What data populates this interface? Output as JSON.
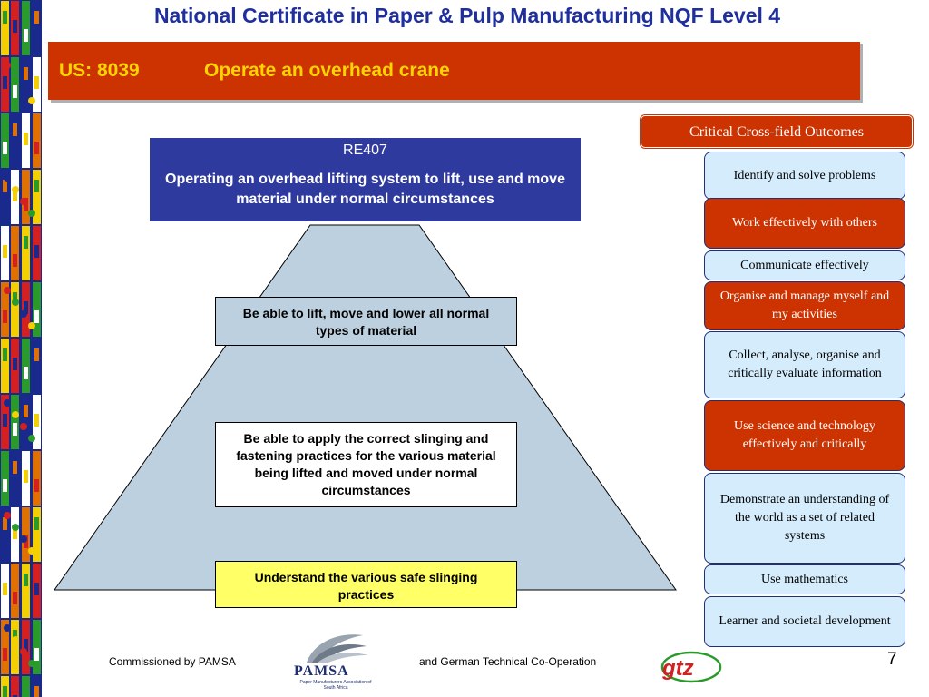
{
  "header": {
    "title": "National Certificate in Paper & Pulp Manufacturing NQF Level 4"
  },
  "unit": {
    "code": "US: 8039",
    "title": "Operate an overhead crane"
  },
  "outcome": {
    "id": "RE407",
    "text": "Operating an overhead lifting system to lift, use and move material under normal circumstances"
  },
  "pyramid_tiers": [
    "Be able to lift, move and lower all normal  types of material",
    "Be able to apply the correct slinging and fastening practices for the various material being lifted and moved under normal circumstances",
    "Understand the various safe slinging practices"
  ],
  "ccfo": {
    "header": "Critical Cross-field Outcomes",
    "items": [
      "Identify and solve problems",
      "Work effectively with others",
      "Communicate effectively",
      "Organise and manage myself and my activities",
      "Collect, analyse, organise and critically evaluate information",
      "Use science and technology effectively and critically",
      "Demonstrate an understanding of the world as a set of related systems",
      "Use mathematics",
      "Learner and societal development"
    ]
  },
  "footer": {
    "commissioned": "Commissioned by PAMSA",
    "cooperation": "and German Technical Co-Operation",
    "pamsa_name": "PAMSA",
    "pamsa_subtitle": "Paper Manufacturers Association of South Africa",
    "gtz": "gtz",
    "page_number": "7"
  },
  "colors": {
    "title_blue": "#1f2f9e",
    "banner_red": "#cc3300",
    "banner_text": "#ffd400",
    "outcome_blue": "#2e3a9e",
    "pyramid_fill": "#bdd0e0",
    "highlight_yellow": "#ffff66",
    "ccfo_blue": "#d4ecfb"
  }
}
